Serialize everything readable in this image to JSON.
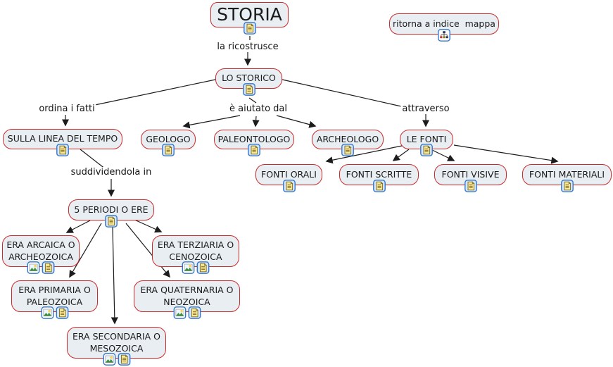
{
  "nodes": {
    "storia": "STORIA",
    "ritorna_indice": "ritorna a indice  mappa",
    "lo_storico": "LO STORICO",
    "sulla_linea_del_tempo": "SULLA LINEA DEL TEMPO",
    "geologo": "GEOLOGO",
    "paleontologo": "PALEONTOLOGO",
    "archeologo": "ARCHEOLOGO",
    "le_fonti": "LE FONTI",
    "fonti_orali": "FONTI ORALI",
    "fonti_scritte": "FONTI SCRITTE",
    "fonti_visive": "FONTI VISIVE",
    "fonti_materiali": "FONTI MATERIALI",
    "periodi_o_ere": "5 PERIODI O ERE",
    "era_arcaica": "ERA ARCAICA O\nARCHEOZOICA",
    "era_terziaria": "ERA TERZIARIA O\nCENOZOICA",
    "era_primaria": "ERA PRIMARIA O\nPALEOZOICA",
    "era_quaternaria": "ERA QUATERNARIA O\nNEOZOICA",
    "era_secondaria": "ERA SECONDARIA O\nMESOZOICA"
  },
  "link_labels": {
    "la_ricostrusce": "la ricostrusce",
    "ordina_i_fatti": "ordina i fatti",
    "e_aiutato_dal": "è aiutato dal",
    "attraverso": "attraverso",
    "suddividendola_in": "suddividendola in"
  },
  "icons": {
    "document": "document-icon",
    "image": "image-icon",
    "sitemap": "sitemap-icon"
  },
  "colors": {
    "background": "#ffffff",
    "node_fill": "#e9eef3",
    "node_border": "#cc2a2a",
    "connector": "#1c1c1c",
    "icon_border": "#3377cc",
    "document_page": "#f7e99c",
    "image_hills": "#3e8f3e",
    "sun": "#ffd24a"
  }
}
